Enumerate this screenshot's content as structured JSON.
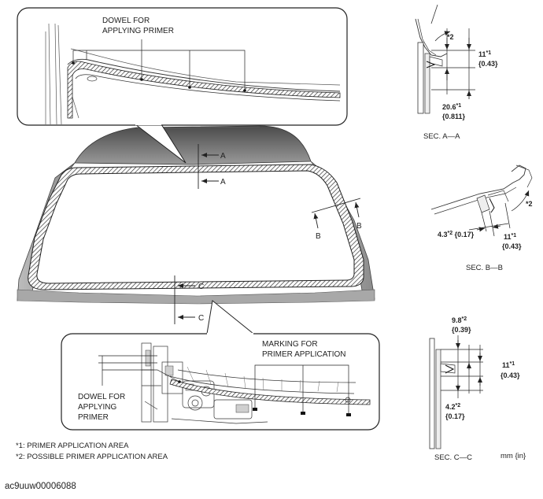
{
  "callouts": {
    "dowel_top_line1": "DOWEL FOR",
    "dowel_top_line2": "APPLYING PRIMER",
    "marking_line1": "MARKING FOR",
    "marking_line2": "PRIMER APPLICATION",
    "dowel_bottom_line1": "DOWEL FOR",
    "dowel_bottom_line2": "APPLYING",
    "dowel_bottom_line3": "PRIMER"
  },
  "cut_markers": {
    "a_top": "A",
    "a_bottom": "A",
    "b_left": "B",
    "b_right": "B",
    "c_top": "C",
    "c_bottom": "C"
  },
  "section_a": {
    "title": "SEC. A—A",
    "angle_mark": "*2",
    "dim1_value": "11",
    "dim1_mark": "*1",
    "dim1_inch": "{0.43}",
    "dim2_value": "20.6",
    "dim2_mark": "*1",
    "dim2_inch": "{0.811}"
  },
  "section_b": {
    "title": "SEC. B—B",
    "angle_mark": "*2",
    "dim1_value": "4.3",
    "dim1_mark": "*2",
    "dim1_inch": "{0.17}",
    "dim2_value": "11",
    "dim2_mark": "*1",
    "dim2_inch": "{0.43}"
  },
  "section_c": {
    "title": "SEC. C—C",
    "dim1_value": "9.8",
    "dim1_mark": "*2",
    "dim1_inch": "{0.39}",
    "dim2_value": "11",
    "dim2_mark": "*1",
    "dim2_inch": "{0.43}",
    "dim3_value": "4.2",
    "dim3_mark": "*2",
    "dim3_inch": "{0.17}"
  },
  "footnotes": {
    "note1_mark": "*1:",
    "note1_text": "PRIMER APPLICATION AREA",
    "note2_mark": "*2:",
    "note2_text": "POSSIBLE PRIMER APPLICATION AREA"
  },
  "units_label": "mm {in}",
  "image_code": "ac9uuw00006088"
}
